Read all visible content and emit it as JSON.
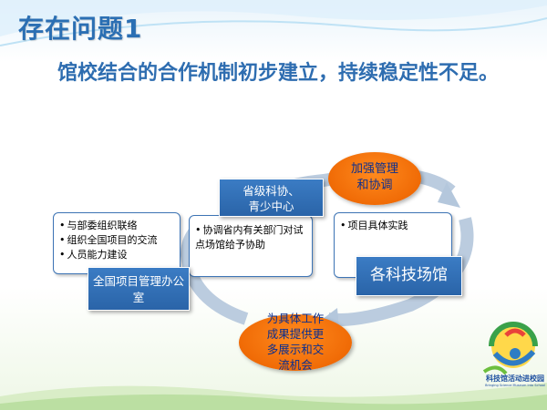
{
  "slide": {
    "title": "存在问题1",
    "subtitle": "馆校结合的合作机制初步建立，持续稳定性不足。",
    "diagram": {
      "top_node": "省级科协、\n青少中心",
      "left_node": "全国项目管理办公\n室",
      "right_node": "各科技场馆",
      "oval_top": "加强管理\n和协调",
      "oval_bottom": "为具体工作\n成果提供更\n多展示和交\n流机会",
      "left_box_items": [
        "与部委组织联络",
        "组织全国项目的交流",
        "人员能力建设"
      ],
      "mid_box_items": [
        "协调省内有关部门对试点场馆给予协助"
      ],
      "right_box_items": [
        "项目具体实践"
      ]
    },
    "logo": {
      "caption": "科技馆活动进校园",
      "sub": "Bringing Science Museum into School"
    }
  },
  "colors": {
    "title": "#2b6fb3",
    "node_blue": "#2f6db3",
    "oval_orange": "#f07010",
    "oval_text": "#0b2f8f"
  }
}
